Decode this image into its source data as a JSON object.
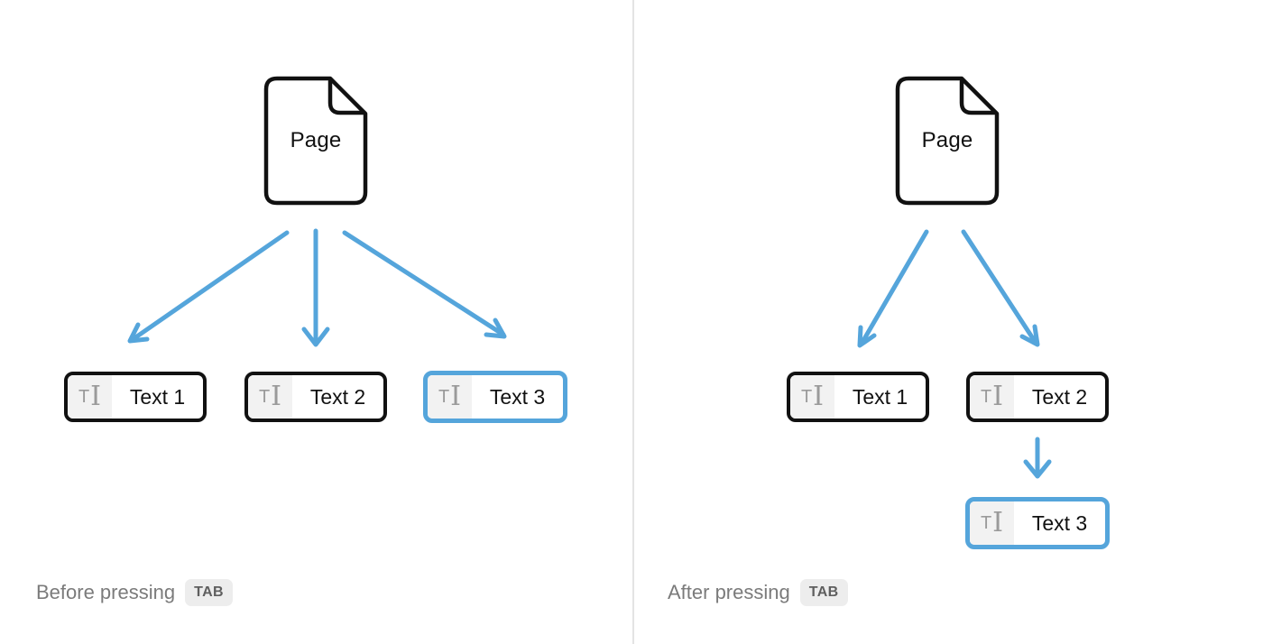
{
  "colors": {
    "accent_blue": "#55a5db",
    "outline_black": "#111111",
    "icon_gray": "#9a9a9a",
    "icon_bg": "#f2f2f2",
    "caption_gray": "#7b7b7b",
    "key_bg": "#ededed",
    "key_text": "#5f5f5f",
    "divider": "#e4e4e4"
  },
  "glyphs": {
    "text_block_t": "T",
    "text_block_ibeam": "I"
  },
  "panels": {
    "before": {
      "page_label": "Page",
      "blocks": [
        {
          "label": "Text 1",
          "selected": false
        },
        {
          "label": "Text 2",
          "selected": false
        },
        {
          "label": "Text 3",
          "selected": true
        }
      ],
      "caption": "Before pressing",
      "key_label": "TAB"
    },
    "after": {
      "page_label": "Page",
      "blocks": [
        {
          "label": "Text 1",
          "selected": false
        },
        {
          "label": "Text 2",
          "selected": false
        },
        {
          "label": "Text 3",
          "selected": true
        }
      ],
      "caption": "After pressing",
      "key_label": "TAB"
    }
  }
}
